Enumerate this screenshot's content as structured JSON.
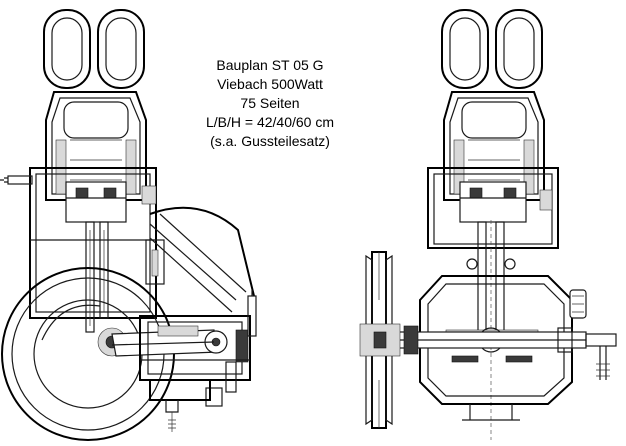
{
  "caption": {
    "line1": "Bauplan ST 05 G",
    "line2": "Viebach 500Watt",
    "line3": "75 Seiten",
    "line4": "L/B/H = 42/40/60 cm",
    "line5": "(s.a. Gussteilesatz)"
  },
  "colors": {
    "background": "#ffffff",
    "line": "#1a1a1a",
    "shading": "#d9d9d9"
  }
}
